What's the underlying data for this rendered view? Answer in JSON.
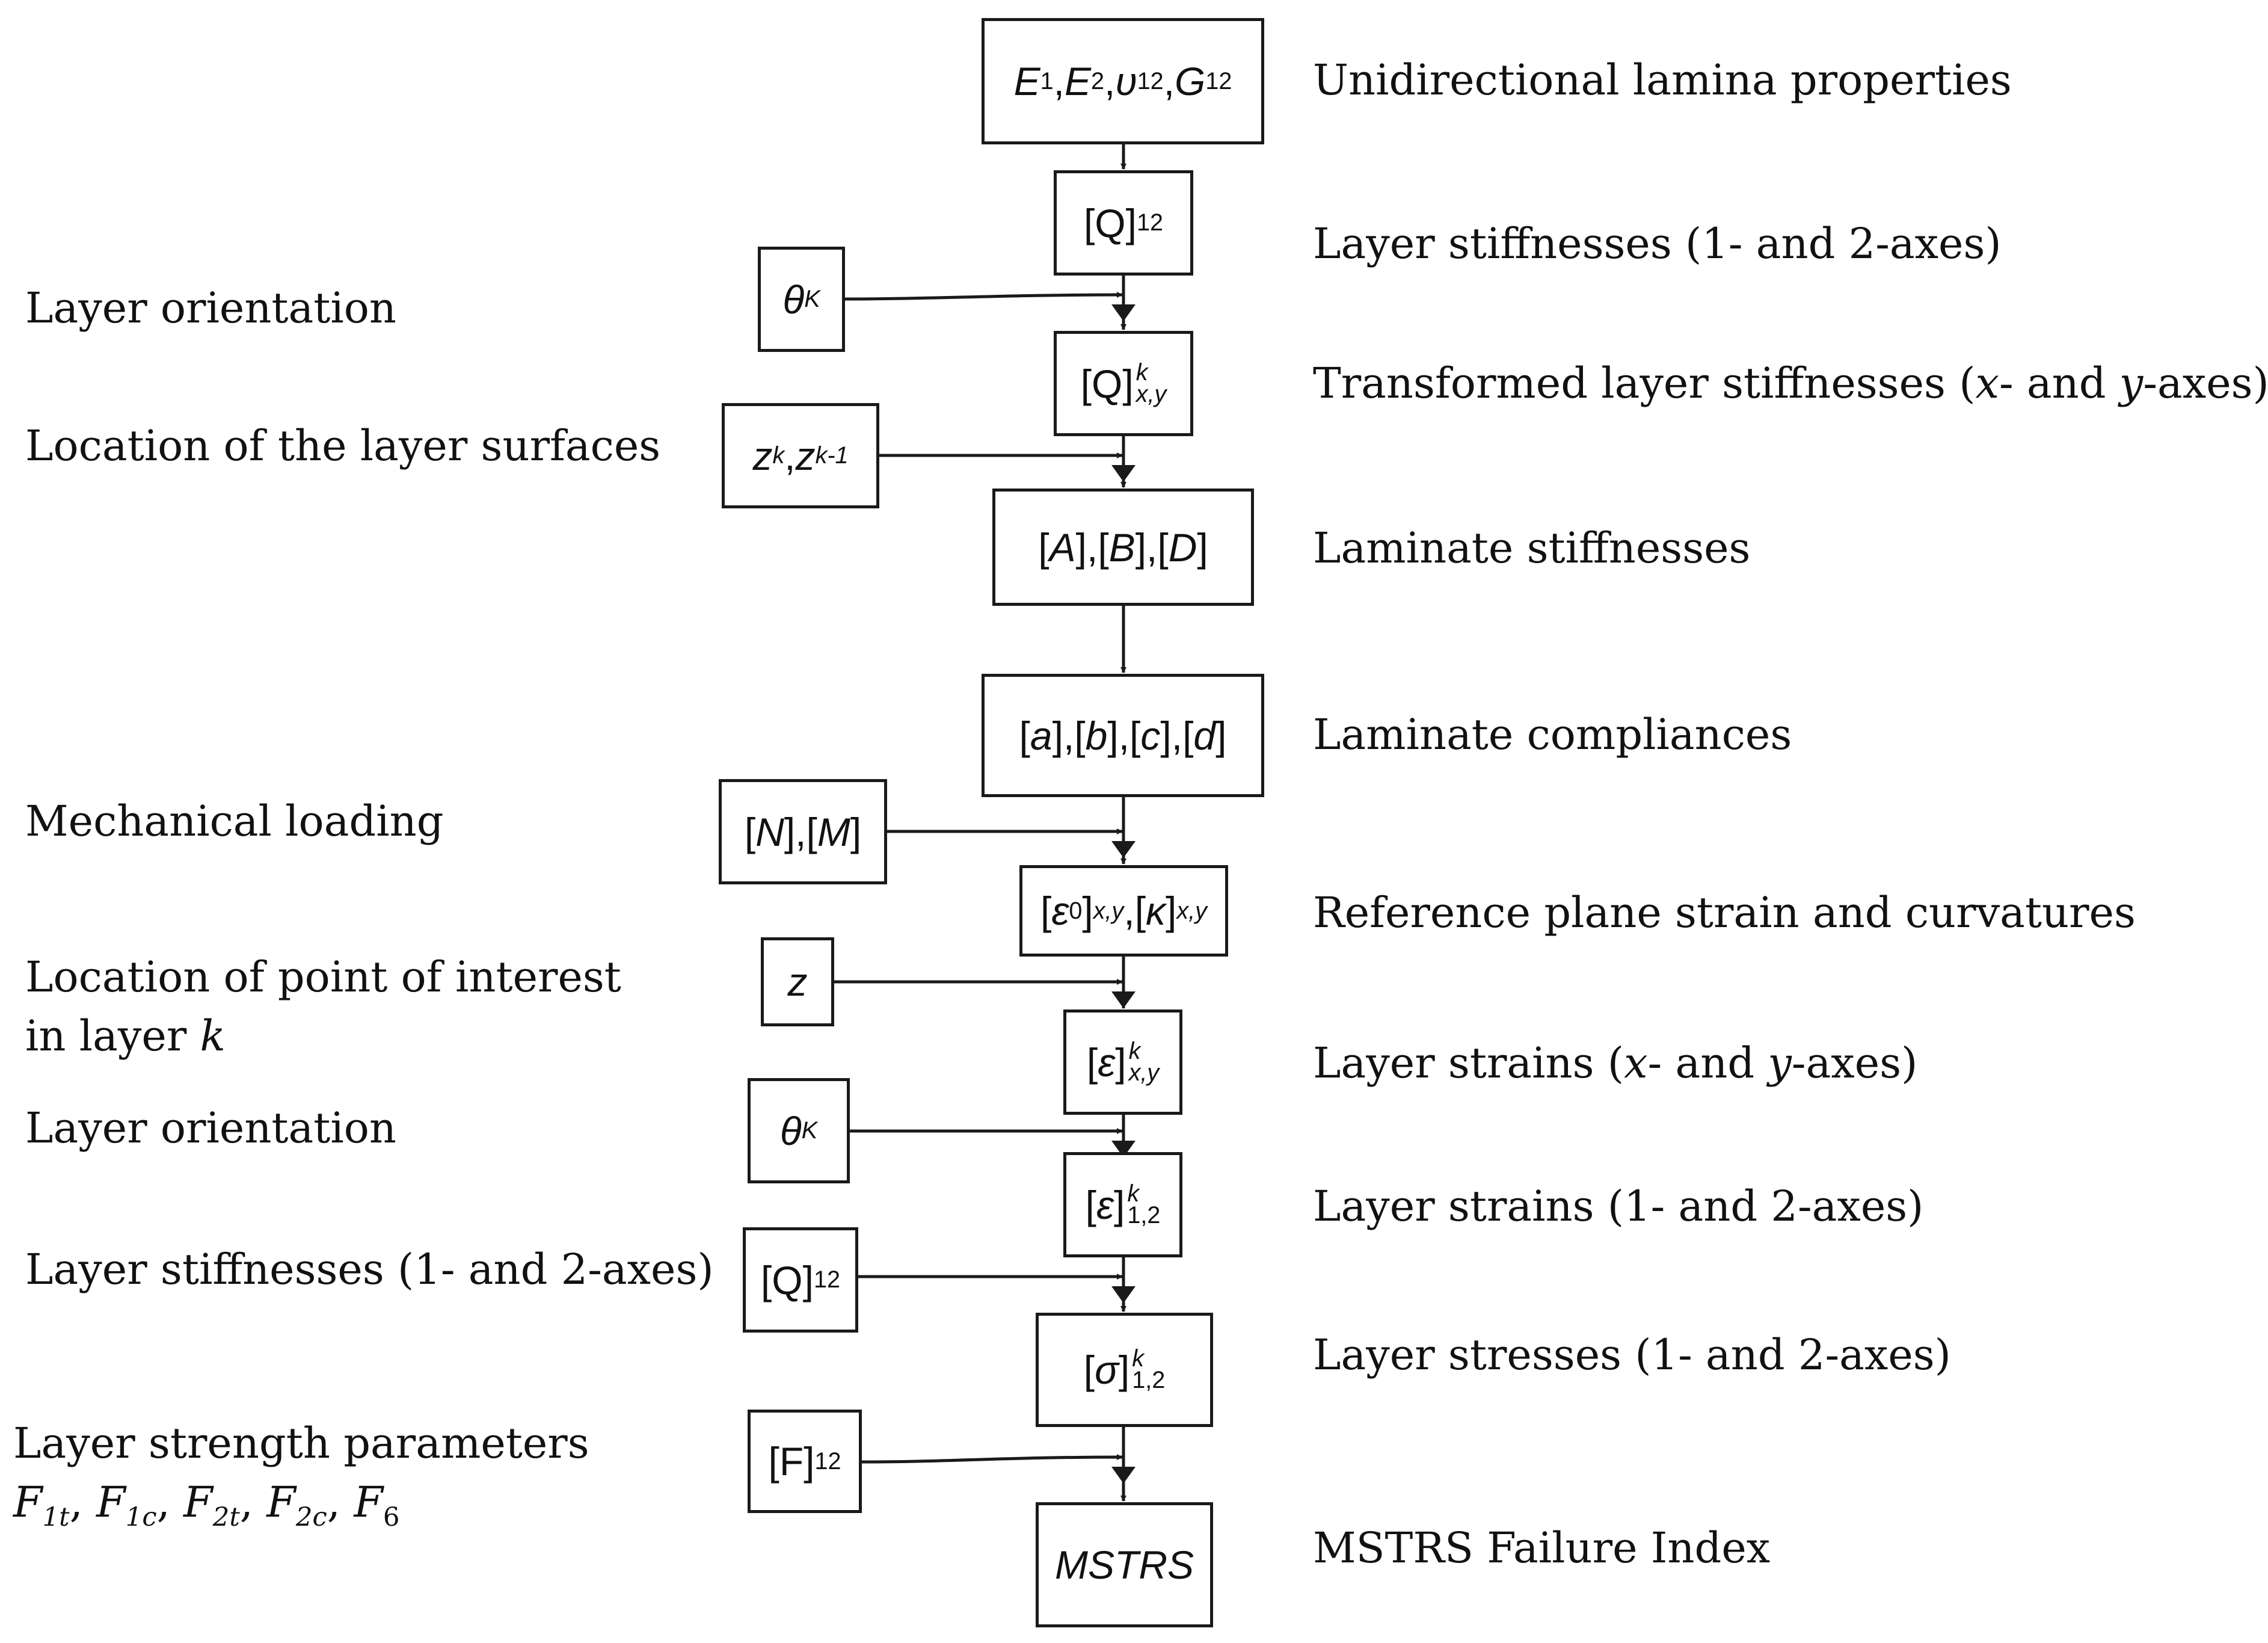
{
  "boxes": {
    "lamina_props": "E1, E2, υ12, G12",
    "q12": "[Q]12",
    "theta_1": "θK",
    "qxy": "[Q]kx,y",
    "zk": "zk, zk-1",
    "abd": "[A], [B], [D]",
    "abcd": "[a], [b], [c], [d]",
    "nm": "[N], [M]",
    "eps0": "[ε0]x,y, [κ]x,y",
    "z": "z",
    "eps_xy": "[ε]kx,y",
    "theta_2": "θK",
    "eps_12": "[ε]k1,2",
    "q12_2": "[Q]12",
    "sigma": "[σ]k1,2",
    "f12": "[F]12",
    "mstrs": "MSTRS"
  },
  "sub_parts": {
    "e": "E",
    "one": "1",
    "two": "2",
    "upsilon": "υ",
    "twelve": "12",
    "g": "G",
    "q": "[Q]",
    "theta": "θ",
    "k_cap": "K",
    "k": "k",
    "xy": "x,y",
    "z": "z",
    "km1": "k-1",
    "A": "A",
    "B": "B",
    "D": "D",
    "a": "a",
    "b": "b",
    "c": "c",
    "d": "d",
    "N": "N",
    "M": "M",
    "eps": "ε",
    "zero": "0",
    "kappa": "κ",
    "sigma": "σ",
    "onetwo": "1,2",
    "f": "[F]",
    "comma": ", ",
    "lb": "[",
    "rb": "]"
  },
  "right_labels": {
    "r1": "Unidirectional lamina properties",
    "r2": "Layer stiffnesses (1- and 2-axes)",
    "r3_pre": "Transformed layer stiffnesses (",
    "r3_x": "x",
    "r3_mid": "- and ",
    "r3_y": "y",
    "r3_post": "-axes)",
    "r4": "Laminate stiffnesses",
    "r5": "Laminate compliances",
    "r6": "Reference plane strain and curvatures",
    "r7_pre": "Layer strains (",
    "r7_x": "x",
    "r7_mid": "- and ",
    "r7_y": "y",
    "r7_post": "-axes)",
    "r8": "Layer strains (1- and 2-axes)",
    "r9": "Layer stresses (1- and 2-axes)",
    "r10": "MSTRS Failure Index"
  },
  "left_labels": {
    "l1": "Layer orientation",
    "l2": "Location of the layer surfaces",
    "l3": "Mechanical loading",
    "l4_line1": "Location of point of interest",
    "l4_line2_pre": "in layer ",
    "l4_line2_k": "k",
    "l5": "Layer orientation",
    "l6": "Layer stiffnesses (1- and 2-axes)",
    "l7_line1": "Layer strength parameters",
    "l7_f": "F",
    "l7_s1": "1t",
    "l7_s2": "1c",
    "l7_s3": "2t",
    "l7_s4": "2c",
    "l7_s5": "6",
    "l7_sep": ", "
  },
  "colors": {
    "line": "#1a1a1a",
    "text": "#111111",
    "background": "#ffffff"
  }
}
